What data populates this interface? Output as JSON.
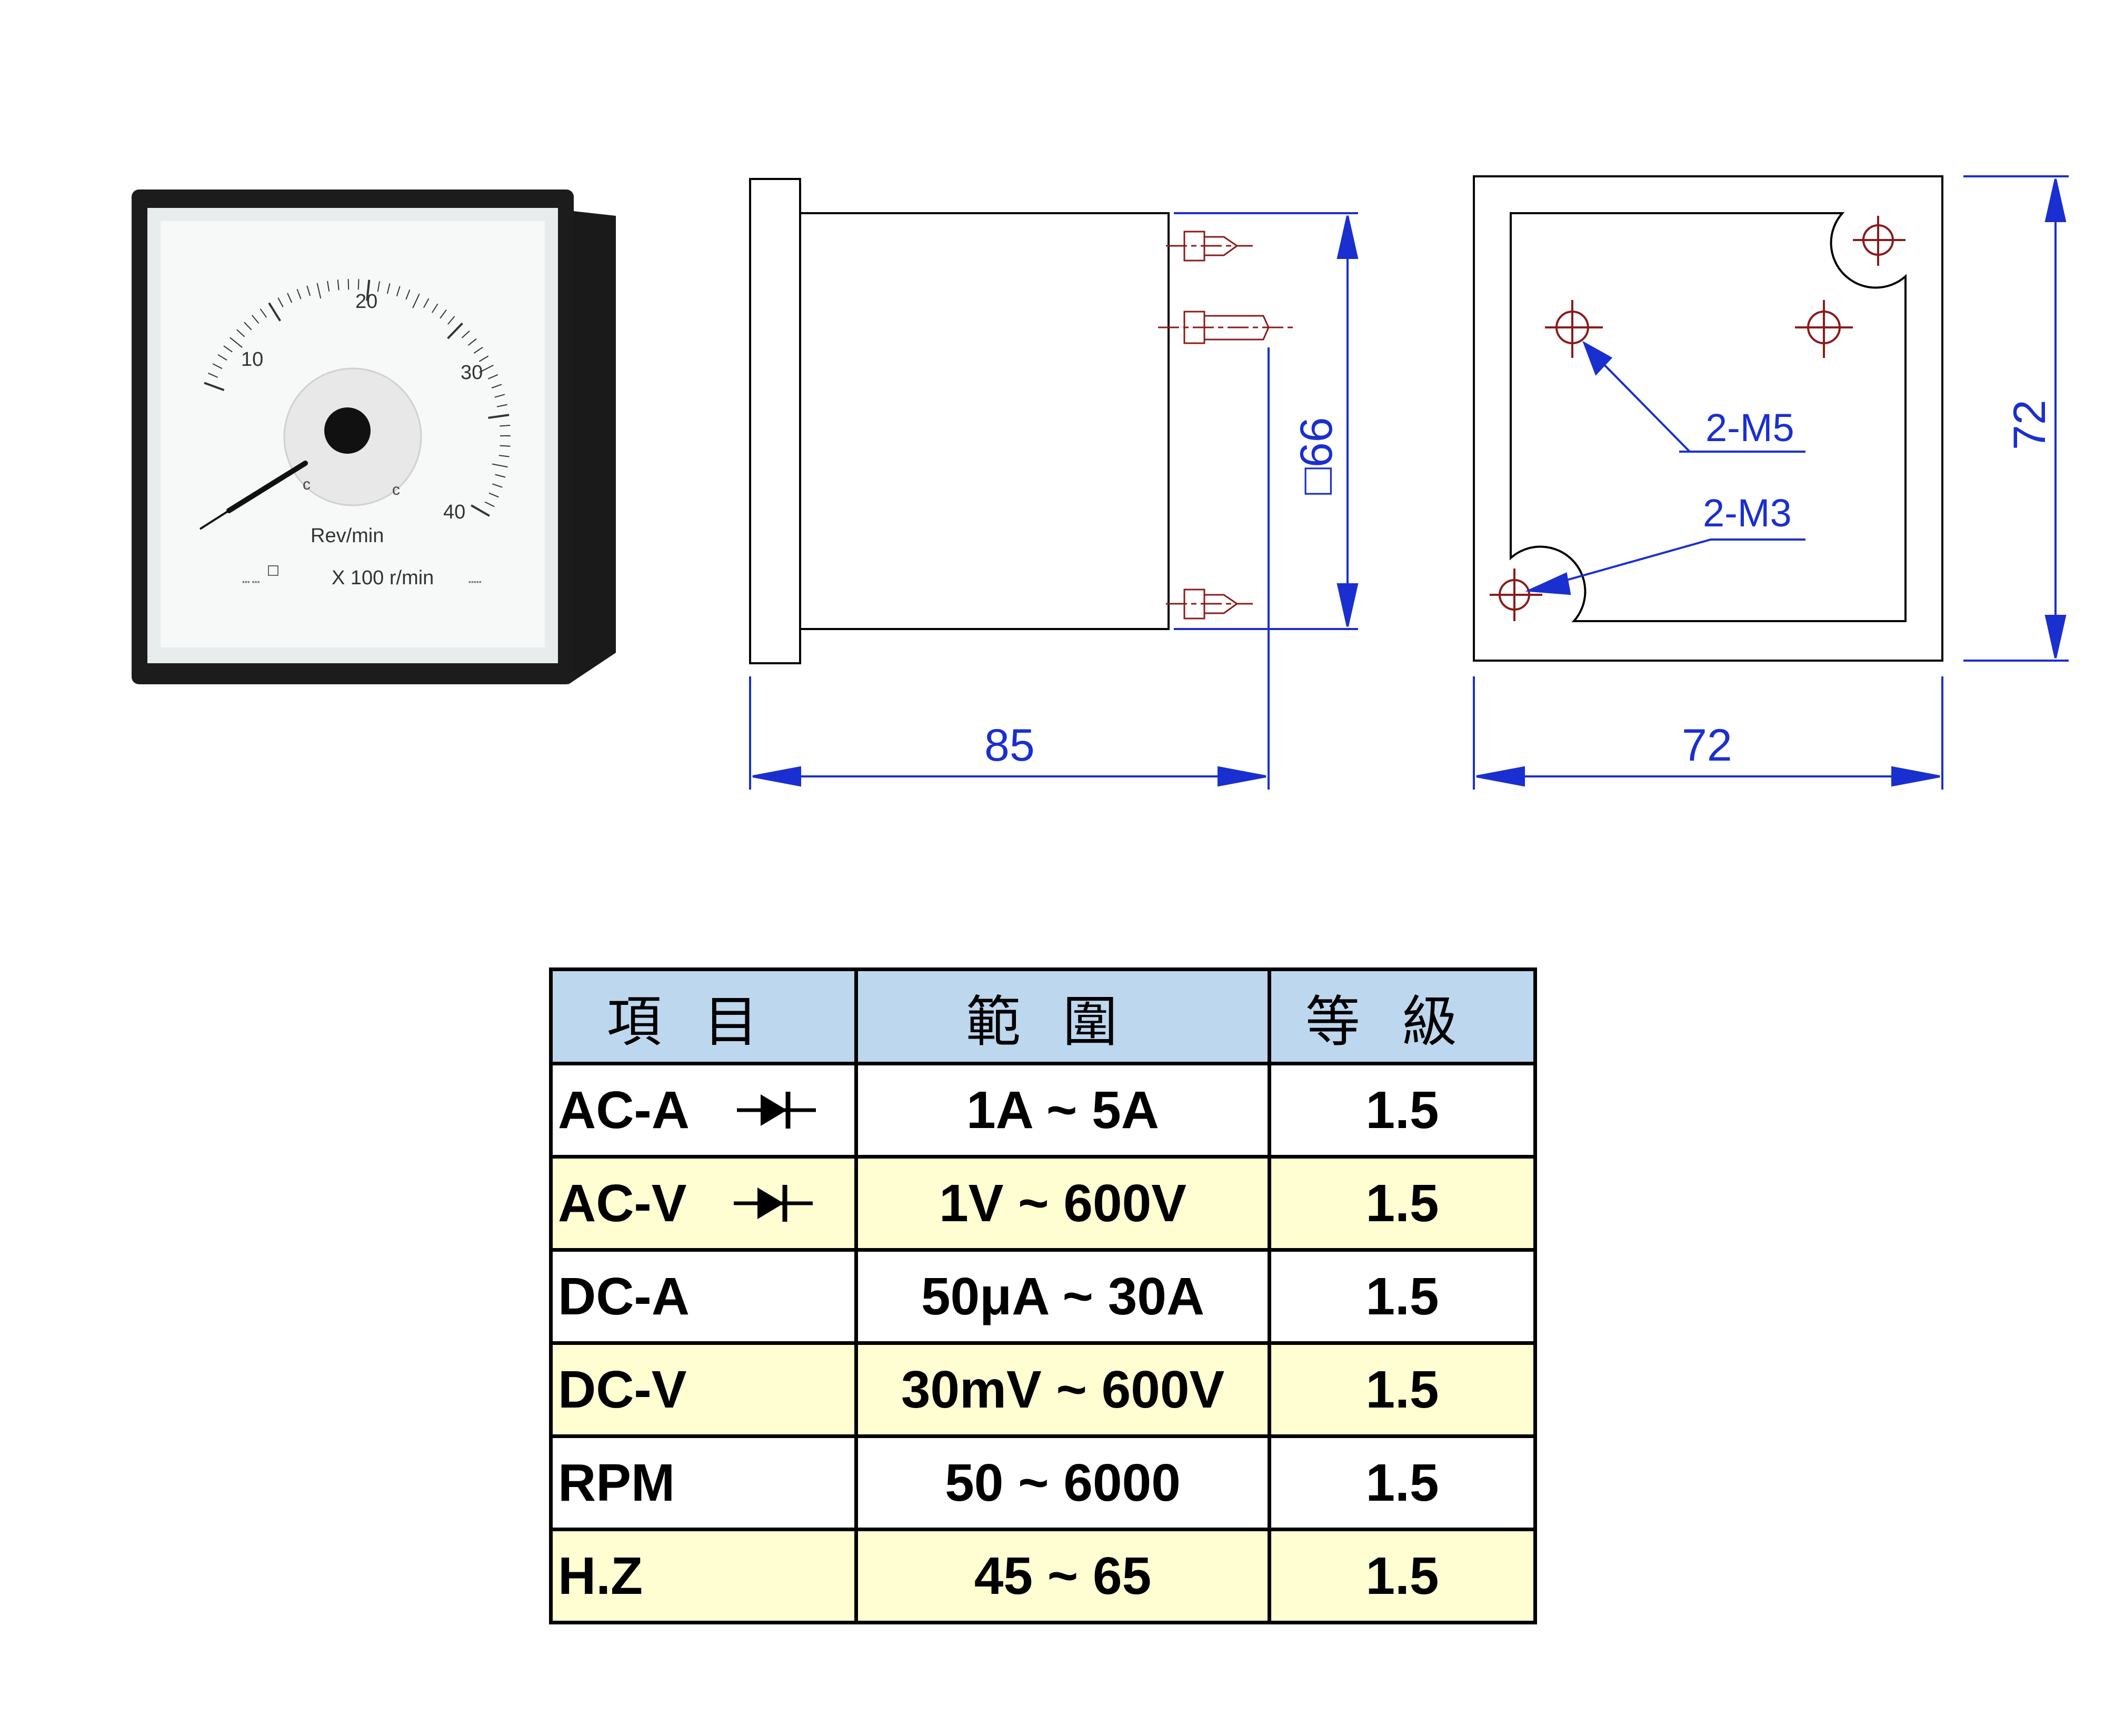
{
  "meter": {
    "scale_labels": [
      "10",
      "20",
      "30",
      "40"
    ],
    "unit_label": "Rev/min",
    "multiplier_label": "X 100 r/min"
  },
  "side_view": {
    "square_dim": "□66",
    "length_dim": "85"
  },
  "back_view": {
    "height_dim": "72",
    "width_dim": "72",
    "hole_label_top": "2-M5",
    "hole_label_bottom": "2-M3"
  },
  "colors": {
    "dimension_blue": "#1a2fd0",
    "hole_red": "#8b1a1a",
    "header_fill": "#bdd7ee",
    "row_alt_fill": "#fffdd2"
  },
  "table": {
    "headers": [
      "項目",
      "範圍",
      "等級"
    ],
    "rows": [
      {
        "item": "AC-A",
        "range": "1A ~ 5A",
        "grade": "1.5",
        "icon": "diode-icon"
      },
      {
        "item": "AC-V",
        "range": "1V ~ 600V",
        "grade": "1.5",
        "icon": "diode-icon"
      },
      {
        "item": "DC-A",
        "range": "50μA ~ 30A",
        "grade": "1.5",
        "icon": ""
      },
      {
        "item": "DC-V",
        "range": "30mV ~ 600V",
        "grade": "1.5",
        "icon": ""
      },
      {
        "item": "RPM",
        "range": "50 ~ 6000",
        "grade": "1.5",
        "icon": ""
      },
      {
        "item": "H.Z",
        "range": "45 ~ 65",
        "grade": "1.5",
        "icon": ""
      }
    ]
  }
}
